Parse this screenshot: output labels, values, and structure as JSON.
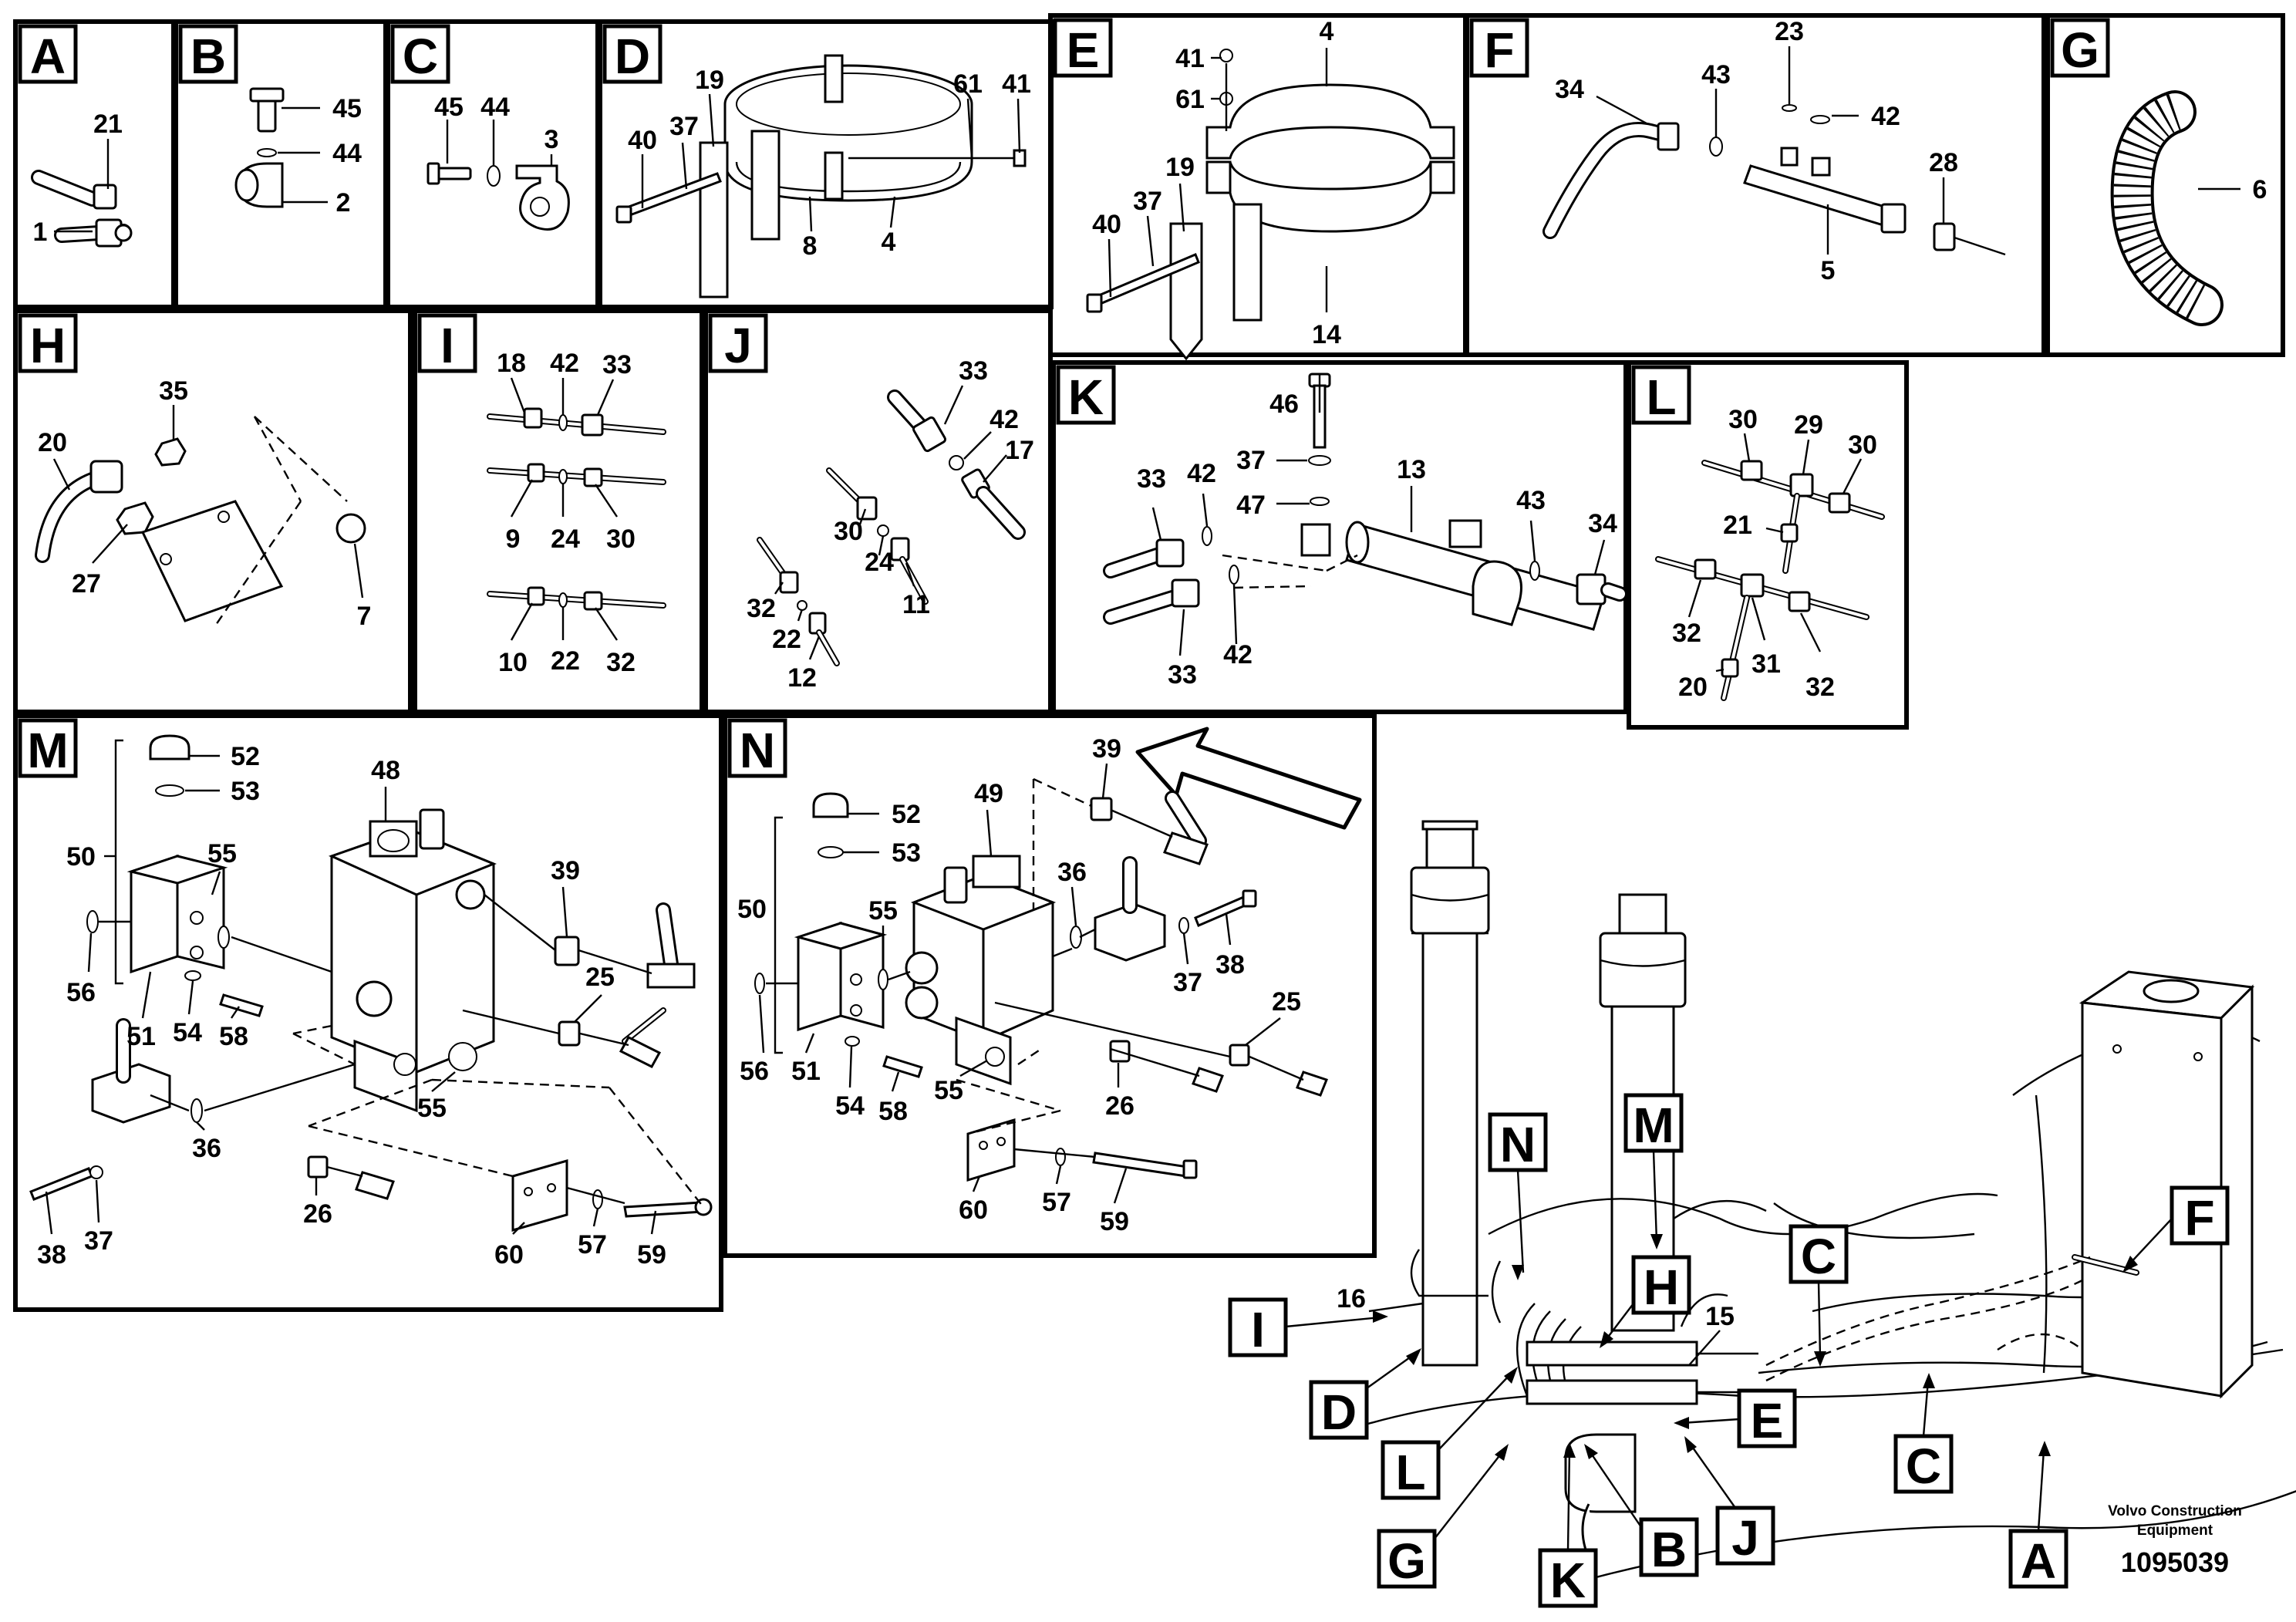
{
  "panels": {
    "A": {
      "tag": "A",
      "callouts": [
        "21",
        "1"
      ]
    },
    "B": {
      "tag": "B",
      "callouts": [
        "45",
        "44",
        "2"
      ]
    },
    "C": {
      "tag": "C",
      "callouts": [
        "45",
        "44",
        "3"
      ]
    },
    "D": {
      "tag": "D",
      "callouts": [
        "19",
        "61",
        "41",
        "40",
        "37",
        "8",
        "4"
      ]
    },
    "E": {
      "tag": "E",
      "callouts": [
        "41",
        "4",
        "61",
        "19",
        "37",
        "40",
        "14"
      ]
    },
    "F": {
      "tag": "F",
      "callouts": [
        "23",
        "34",
        "43",
        "42",
        "28",
        "5"
      ]
    },
    "G": {
      "tag": "G",
      "callouts": [
        "6"
      ]
    },
    "H": {
      "tag": "H",
      "callouts": [
        "35",
        "20",
        "27",
        "7"
      ]
    },
    "I": {
      "tag": "I",
      "callouts": [
        "18",
        "42",
        "33",
        "9",
        "24",
        "30",
        "10",
        "22",
        "32"
      ]
    },
    "J": {
      "tag": "J",
      "callouts": [
        "33",
        "42",
        "17",
        "30",
        "24",
        "11",
        "32",
        "22",
        "12"
      ]
    },
    "K": {
      "tag": "K",
      "callouts": [
        "46",
        "37",
        "13",
        "33",
        "42",
        "47",
        "43",
        "34",
        "33",
        "42"
      ]
    },
    "L": {
      "tag": "L",
      "callouts": [
        "30",
        "29",
        "30",
        "21",
        "32",
        "31",
        "32",
        "20"
      ]
    },
    "M": {
      "tag": "M",
      "callouts": [
        "52",
        "53",
        "48",
        "50",
        "55",
        "39",
        "56",
        "25",
        "51",
        "54",
        "58",
        "55",
        "36",
        "26",
        "60",
        "57",
        "59",
        "38",
        "37"
      ]
    },
    "N": {
      "tag": "N",
      "callouts": [
        "52",
        "49",
        "39",
        "53",
        "50",
        "55",
        "36",
        "38",
        "37",
        "25",
        "56",
        "51",
        "54",
        "58",
        "55",
        "26",
        "60",
        "57",
        "59"
      ]
    }
  },
  "overview": {
    "tags": [
      "N",
      "M",
      "F",
      "I",
      "H",
      "C",
      "D",
      "E",
      "C",
      "L",
      "G",
      "K",
      "B",
      "J",
      "A"
    ],
    "callouts": [
      "16",
      "15"
    ],
    "caption_line1": "Volvo Construction",
    "caption_line2": "Equipment",
    "drawing_number": "1095039"
  }
}
